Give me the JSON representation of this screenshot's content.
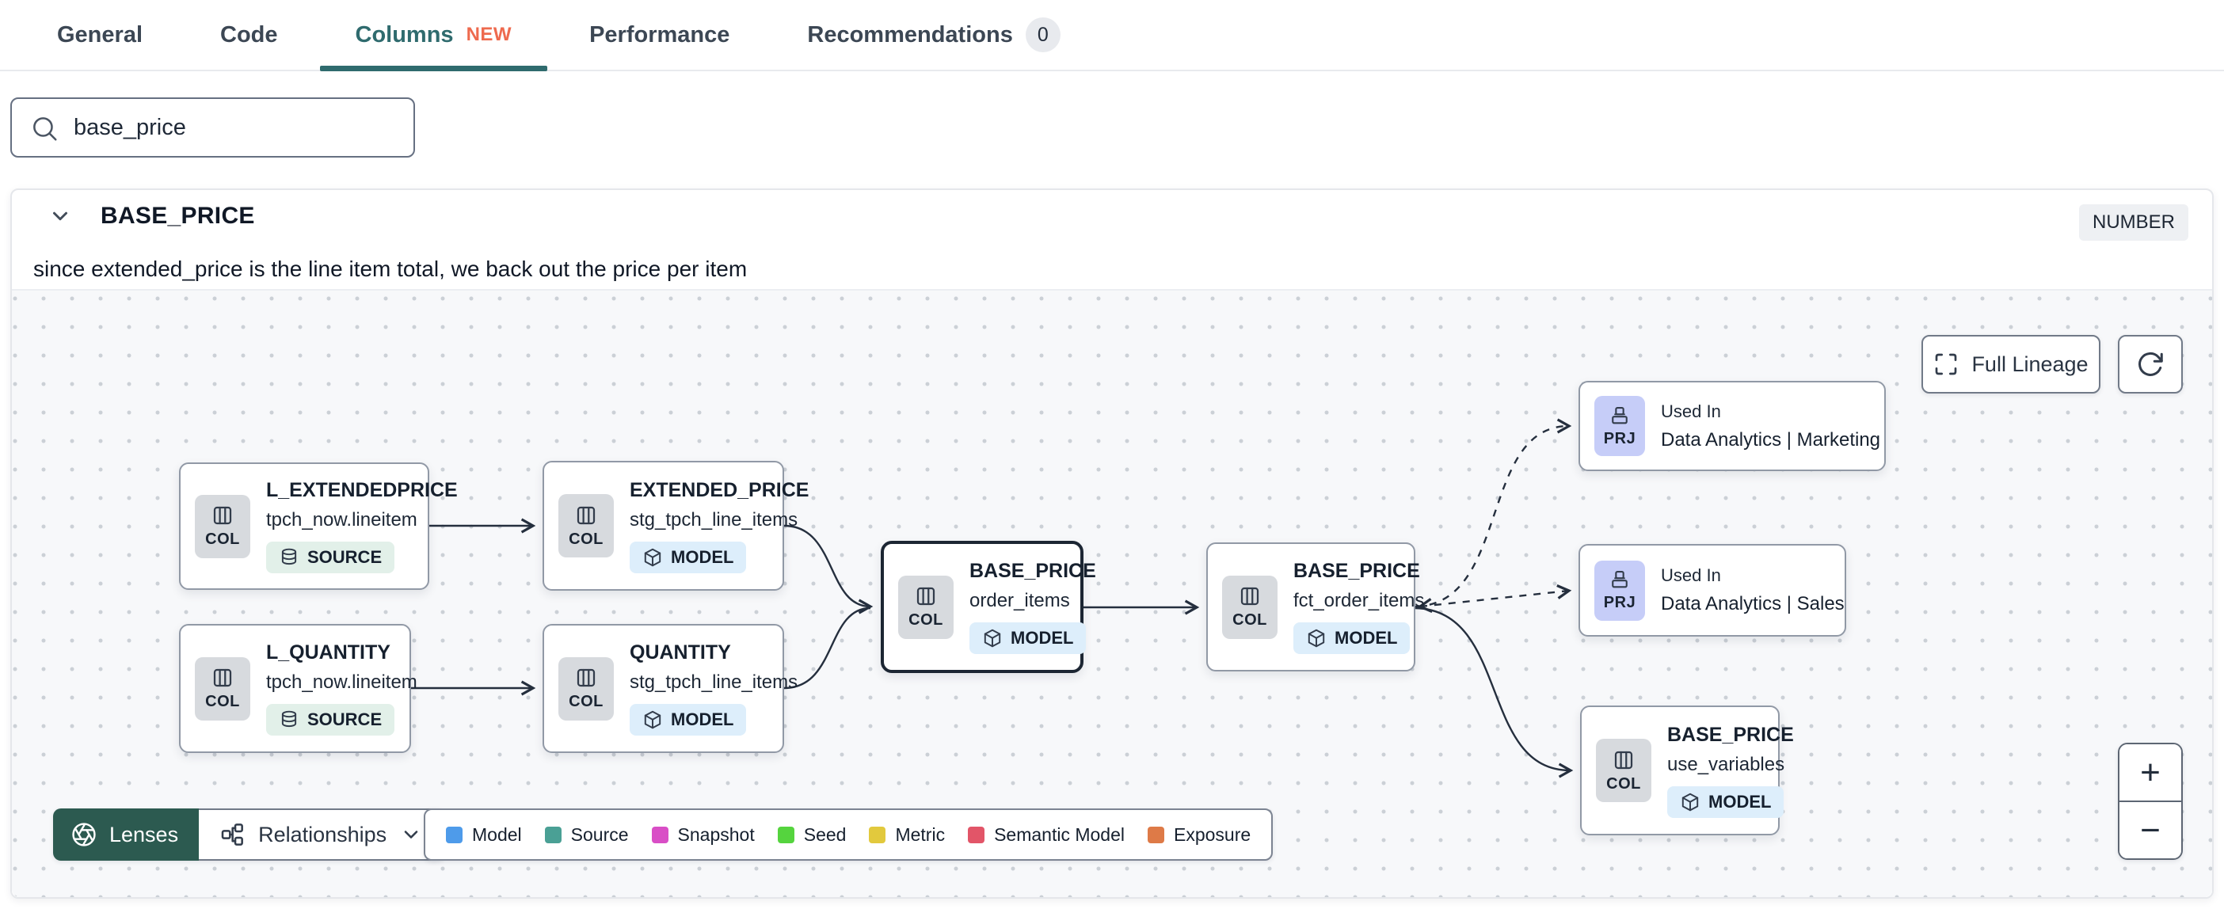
{
  "tabs": {
    "items": [
      {
        "label": "General"
      },
      {
        "label": "Code"
      },
      {
        "label": "Columns",
        "badge": "NEW"
      },
      {
        "label": "Performance"
      },
      {
        "label": "Recommendations",
        "count": "0"
      }
    ]
  },
  "search": {
    "value": "base_price"
  },
  "column_panel": {
    "name": "BASE_PRICE",
    "data_type": "NUMBER",
    "description": "since extended_price is the line item total, we back out the price per item"
  },
  "lineage": {
    "badge_labels": {
      "col": "COL",
      "prj": "PRJ"
    },
    "nodes": [
      {
        "title": "L_EXTENDEDPRICE",
        "subtitle": "tpch_now.lineitem",
        "badge": "SOURCE"
      },
      {
        "title": "EXTENDED_PRICE",
        "subtitle": "stg_tpch_line_items",
        "badge": "MODEL"
      },
      {
        "title": "L_QUANTITY",
        "subtitle": "tpch_now.lineitem",
        "badge": "SOURCE"
      },
      {
        "title": "QUANTITY",
        "subtitle": "stg_tpch_line_items",
        "badge": "MODEL"
      },
      {
        "title": "BASE_PRICE",
        "subtitle": "order_items",
        "badge": "MODEL"
      },
      {
        "title": "BASE_PRICE",
        "subtitle": "fct_order_items",
        "badge": "MODEL"
      },
      {
        "title": "Used In",
        "subtitle": "Data Analytics | Marketing"
      },
      {
        "title": "Used In",
        "subtitle": "Data Analytics | Sales"
      },
      {
        "title": "BASE_PRICE",
        "subtitle": "use_variables",
        "badge": "MODEL"
      }
    ],
    "controls": {
      "full_lineage": "Full Lineage",
      "zoom_in": "+",
      "zoom_out": "−"
    },
    "footer": {
      "lenses": "Lenses",
      "relationships": "Relationships"
    },
    "legend": {
      "items": [
        {
          "label": "Model",
          "color": "#4e9bea"
        },
        {
          "label": "Source",
          "color": "#4aa095"
        },
        {
          "label": "Snapshot",
          "color": "#d94ec6"
        },
        {
          "label": "Seed",
          "color": "#55d43e"
        },
        {
          "label": "Metric",
          "color": "#e2c93d"
        },
        {
          "label": "Semantic Model",
          "color": "#e25568"
        },
        {
          "label": "Exposure",
          "color": "#de7a47"
        }
      ]
    }
  }
}
